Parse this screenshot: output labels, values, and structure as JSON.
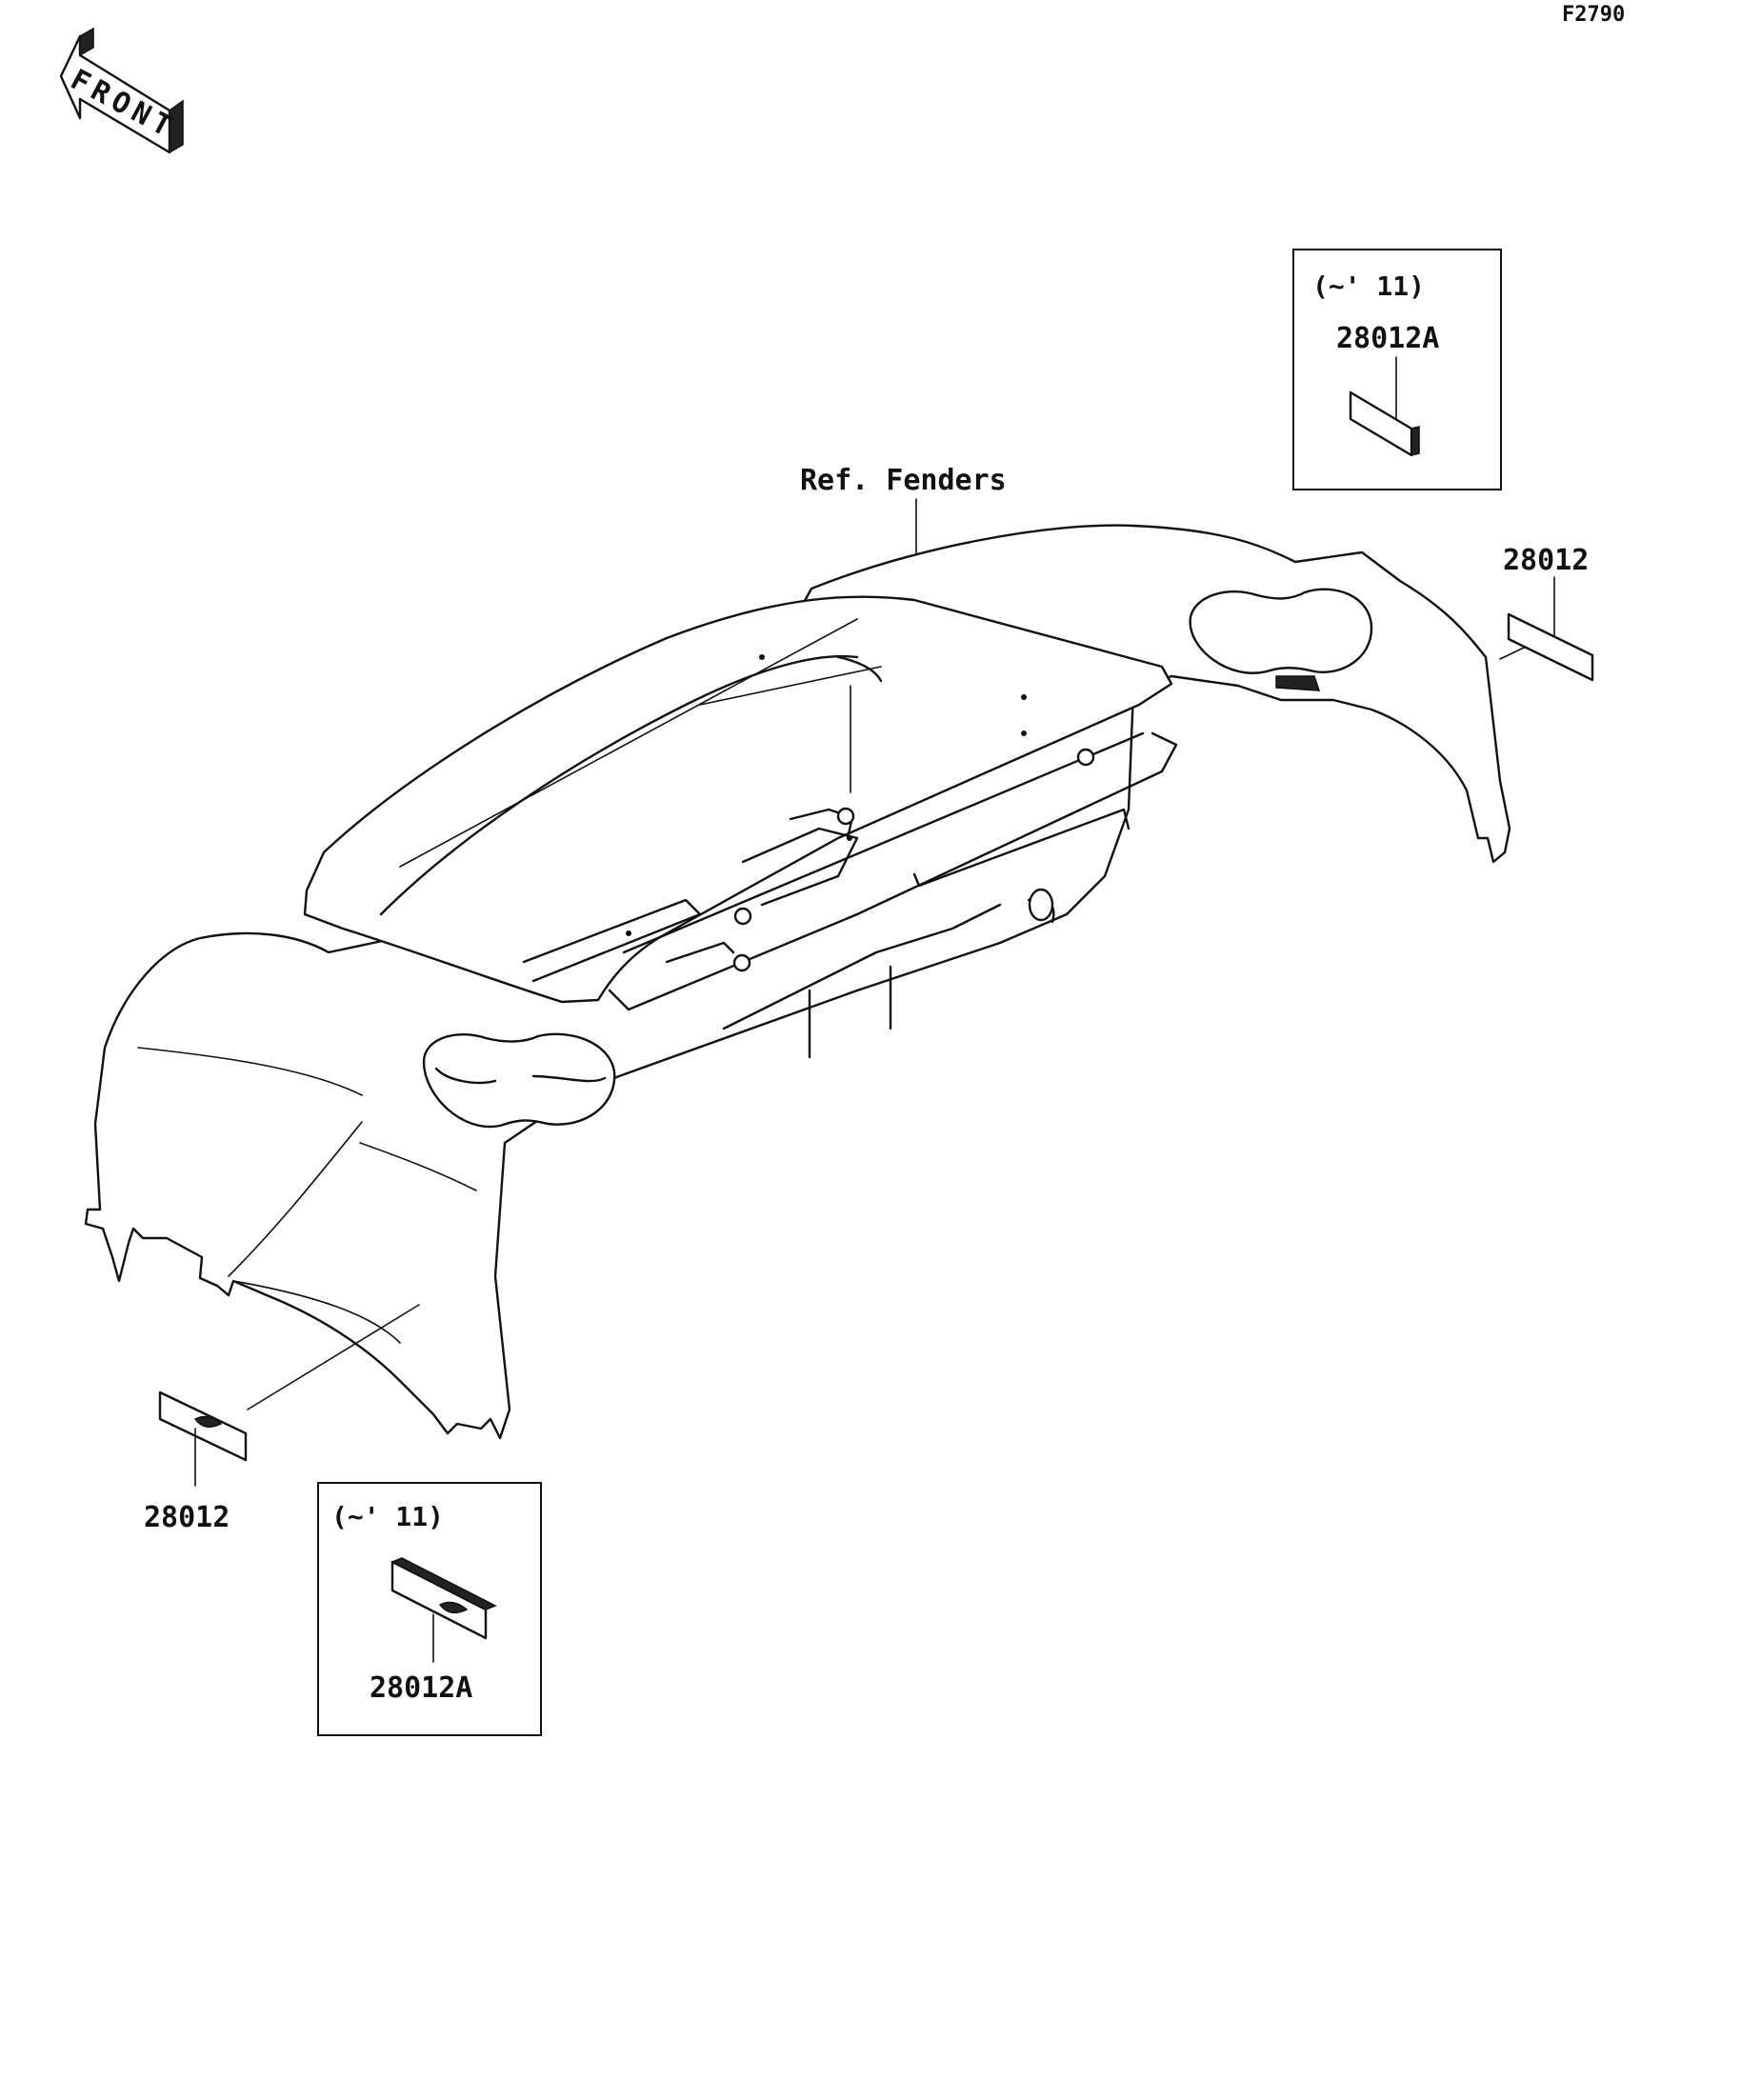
{
  "figure_id": "F2790",
  "front_arrow_label": "FRONT",
  "reference_label": "Ref. Fenders",
  "callouts": [
    {
      "id": "top-right-part",
      "part_number": "28012"
    },
    {
      "id": "bottom-left-part",
      "part_number": "28012"
    }
  ],
  "inset_boxes": [
    {
      "id": "top-inset",
      "year_note": "(~' 11)",
      "part_number": "28012A"
    },
    {
      "id": "bottom-inset",
      "year_note": "(~' 11)",
      "part_number": "28012A"
    }
  ],
  "colors": {
    "line": "#111111",
    "background": "#ffffff"
  }
}
